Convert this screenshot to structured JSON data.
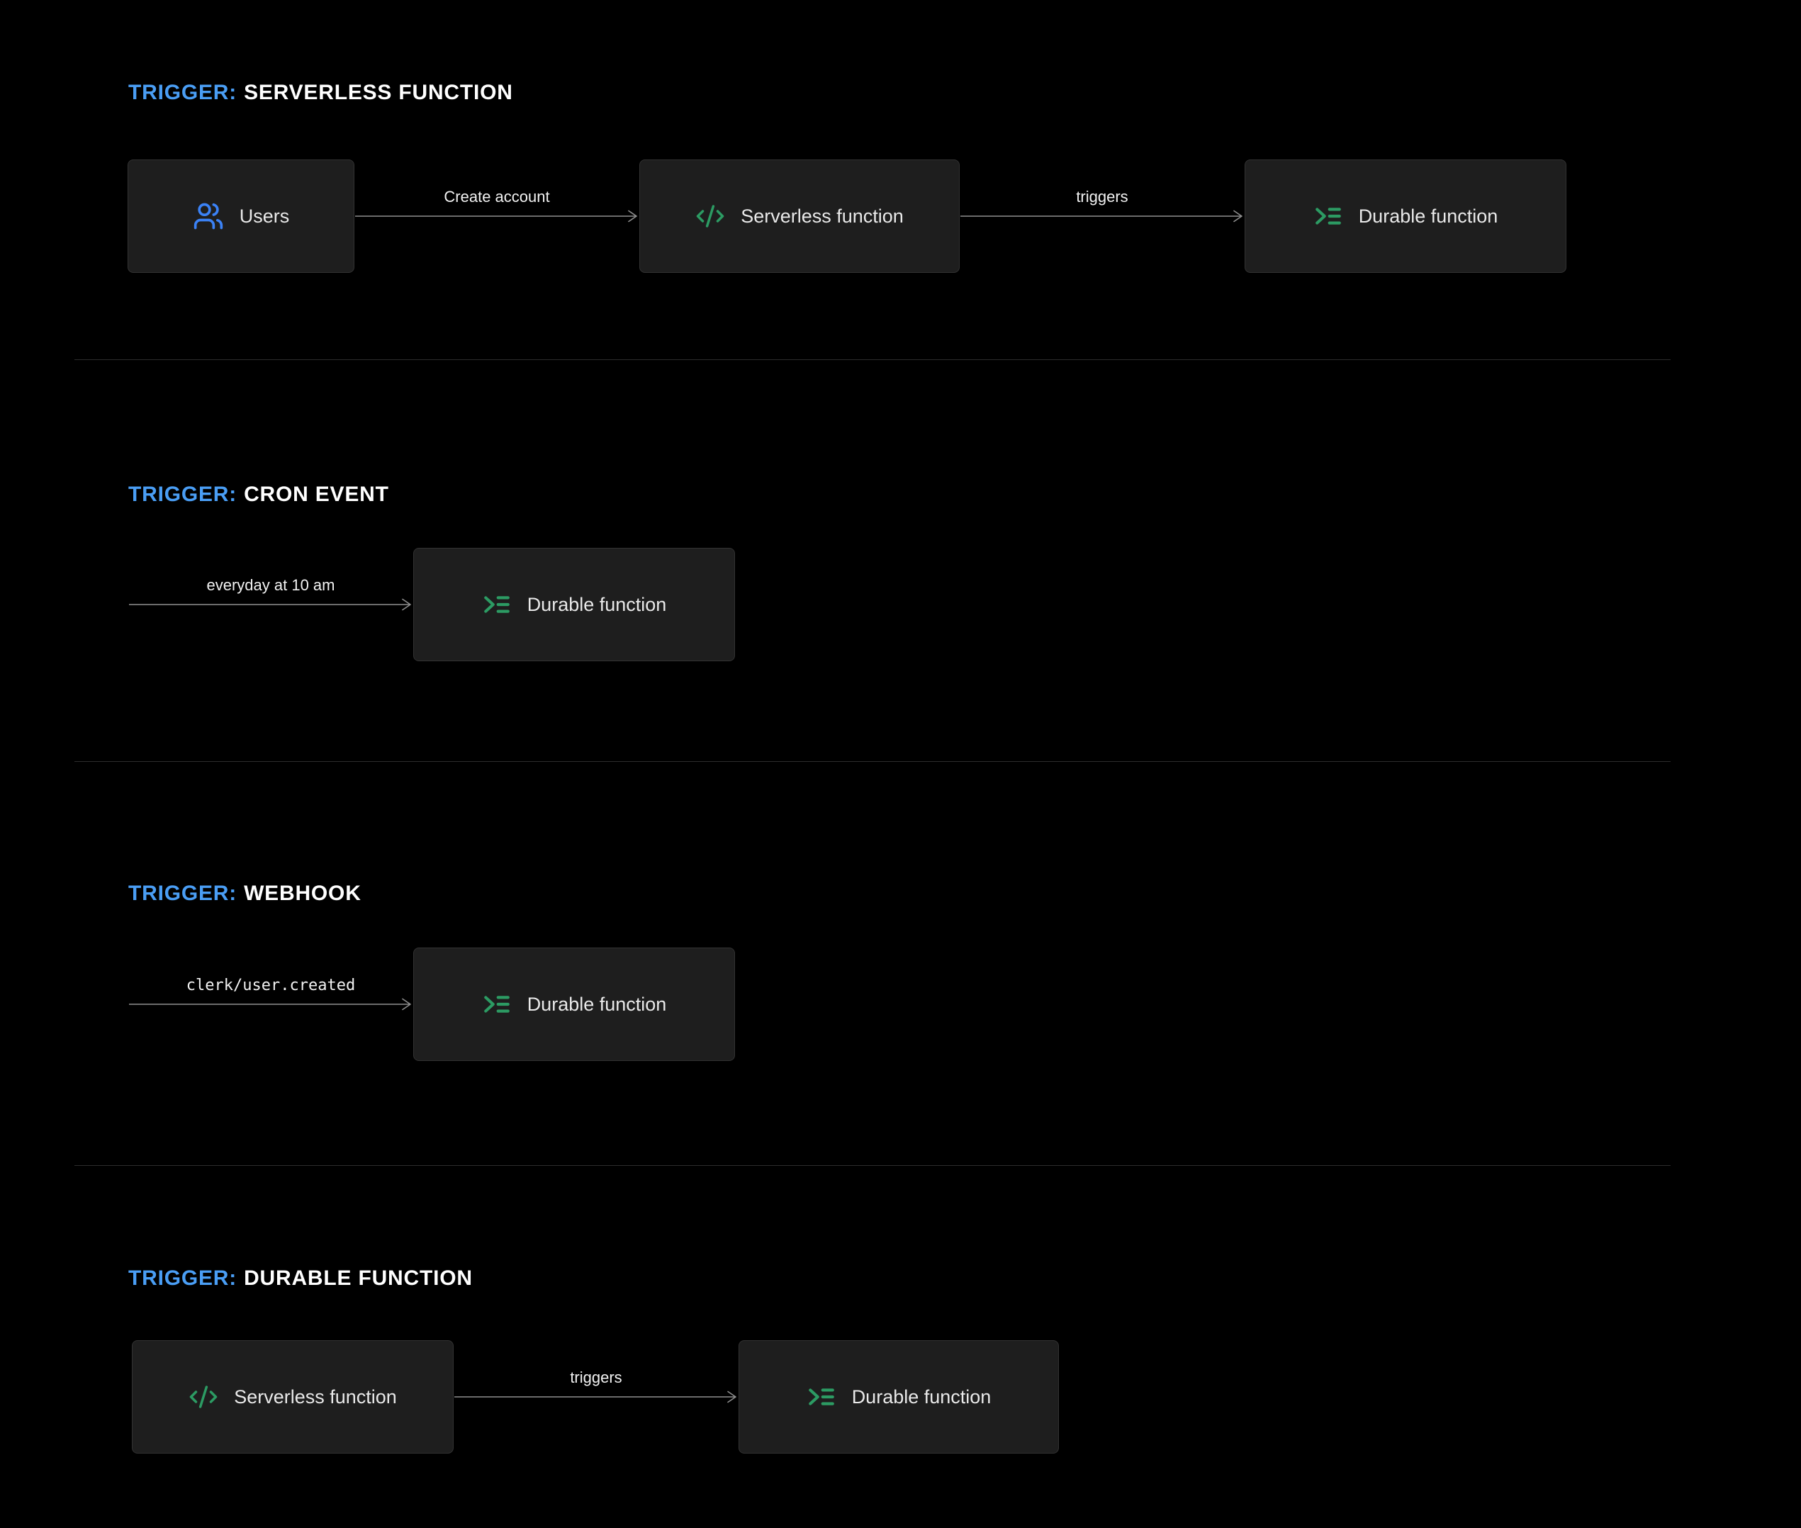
{
  "colors": {
    "background": "#000000",
    "box_bg": "#1e1e1e",
    "box_border": "#323232",
    "accent_blue": "#4a9ef5",
    "users_blue": "#3b82f6",
    "green": "#2c9b63",
    "arrow": "#8f8f8f",
    "divider": "#2d2d2d",
    "text": "#e9e9e9"
  },
  "sections": [
    {
      "title_prefix": "TRIGGER:",
      "title": "SERVERLESS FUNCTION",
      "items": [
        {
          "type": "node",
          "icon": "users-icon",
          "label": "Users"
        },
        {
          "type": "arrow",
          "label": "Create account"
        },
        {
          "type": "node",
          "icon": "code-icon",
          "label": "Serverless function"
        },
        {
          "type": "arrow",
          "label": "triggers"
        },
        {
          "type": "node",
          "icon": "durable-function-icon",
          "label": "Durable function"
        }
      ]
    },
    {
      "title_prefix": "TRIGGER:",
      "title": "CRON EVENT",
      "items": [
        {
          "type": "arrow",
          "label": "everyday at 10 am"
        },
        {
          "type": "node",
          "icon": "durable-function-icon",
          "label": "Durable function"
        }
      ]
    },
    {
      "title_prefix": "TRIGGER:",
      "title": "WEBHOOK",
      "items": [
        {
          "type": "arrow",
          "label": "clerk/user.created",
          "mono": true
        },
        {
          "type": "node",
          "icon": "durable-function-icon",
          "label": "Durable function"
        }
      ]
    },
    {
      "title_prefix": "TRIGGER:",
      "title": "DURABLE FUNCTION",
      "items": [
        {
          "type": "node",
          "icon": "code-icon",
          "label": "Serverless function"
        },
        {
          "type": "arrow",
          "label": "triggers"
        },
        {
          "type": "node",
          "icon": "durable-function-icon",
          "label": "Durable function"
        }
      ]
    }
  ]
}
